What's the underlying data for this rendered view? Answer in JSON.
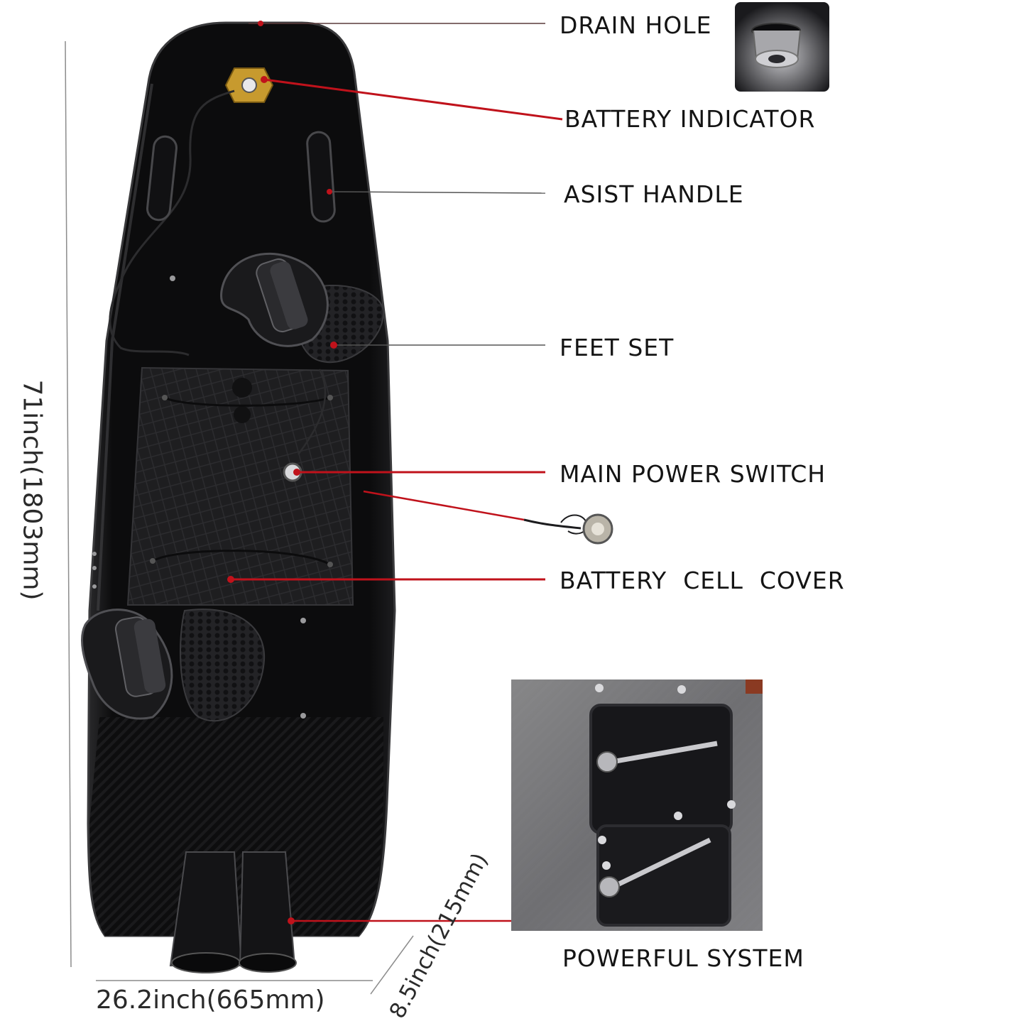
{
  "callouts": {
    "drain_hole": "DRAIN HOLE",
    "battery_indicator": "BATTERY INDICATOR",
    "assist_handle": "ASIST HANDLE",
    "feet_set": "FEET SET",
    "main_power_switch": "MAIN POWER SWITCH",
    "battery_cell_cover": "BATTERY  CELL  COVER",
    "powerful_system": "POWERFUL SYSTEM"
  },
  "dimensions": {
    "length": "71inch(1803mm)",
    "width": "26.2inch(665mm)",
    "thickness": "8.5inch(215mm)"
  },
  "colors": {
    "callout_red": "#c0121b",
    "board_black": "#0b0b0c",
    "pad_gray": "#1c1c1e"
  }
}
